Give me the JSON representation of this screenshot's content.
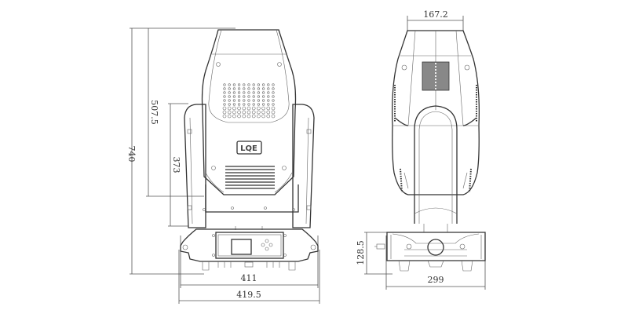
{
  "drawing": {
    "front_view": {
      "dimensions": {
        "total_height": "740",
        "head_height": "507.5",
        "yoke_height": "373",
        "base_width": "411",
        "overall_width": "419.5"
      },
      "logo_text": "LQE"
    },
    "side_view": {
      "dimensions": {
        "head_depth": "167.2",
        "base_height": "128.5",
        "base_depth": "299"
      }
    }
  }
}
